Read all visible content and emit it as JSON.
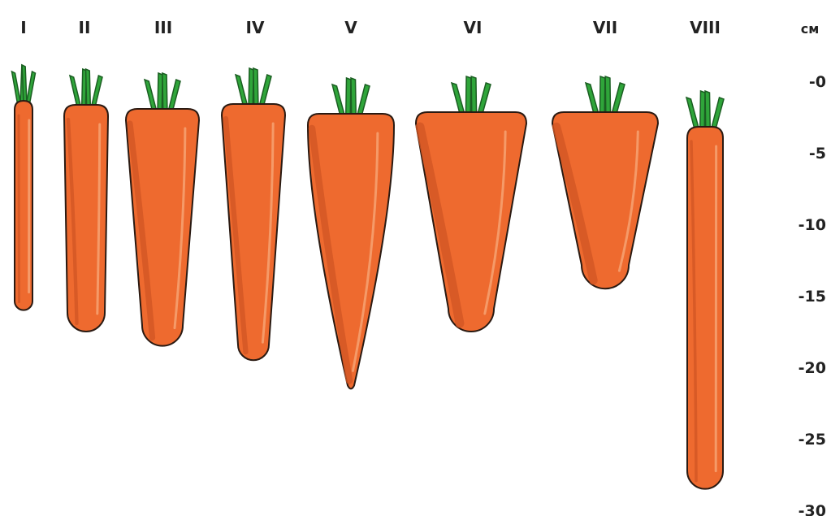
{
  "colors": {
    "body": "#ee6a2f",
    "shade": "#d25624",
    "highlight": "#f59a68",
    "outline": "#2a1a12",
    "leaf": "#2fa53a",
    "leaf_outline": "#1b5e22"
  },
  "unit_label": "см",
  "scale_labels": [
    "-0",
    "-5",
    "-10",
    "-15",
    "-20",
    "-25",
    "-30"
  ],
  "carrots": [
    {
      "label": "I",
      "root_length_cm": 16.0
    },
    {
      "label": "II",
      "root_length_cm": 17.5
    },
    {
      "label": "III",
      "root_length_cm": 18.5
    },
    {
      "label": "IV",
      "root_length_cm": 19.5
    },
    {
      "label": "V",
      "root_length_cm": 21.5
    },
    {
      "label": "VI",
      "root_length_cm": 17.5
    },
    {
      "label": "VII",
      "root_length_cm": 14.5
    },
    {
      "label": "VIII",
      "root_length_cm": 28.5
    }
  ]
}
